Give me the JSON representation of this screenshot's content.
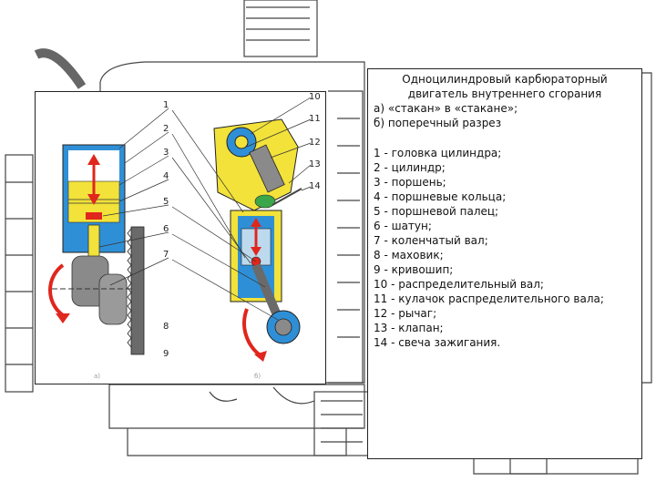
{
  "legend": {
    "title_line1": "Одноцилиндровый карбюраторный",
    "title_line2": "двигатель внутреннего сгорания",
    "caption_a": "а) «стакан» в «стакане»;",
    "caption_b": "б) поперечный разрез",
    "items": [
      "1 - головка цилиндра;",
      "2 - цилиндр;",
      "3 - поршень;",
      "4 - поршневые кольца;",
      "5 - поршневой палец;",
      "6 - шатун;",
      "7 - коленчатый вал;",
      "8 - маховик;",
      "9 - кривошип;",
      "10 - распределительный вал;",
      "11 - кулачок распределительного вала;",
      "12 - рычаг;",
      "13 - клапан;",
      "14 - свеча зажигания."
    ]
  },
  "diagram": {
    "left_numbers": [
      "1",
      "2",
      "3",
      "4",
      "5",
      "6",
      "7",
      "8",
      "9"
    ],
    "right_numbers": [
      "10",
      "11",
      "12",
      "13",
      "14"
    ],
    "sublabel_a": "а)",
    "sublabel_b": "б)"
  },
  "colors": {
    "cylinder_blue": "#2f8fd6",
    "piston_yellow": "#f2e23a",
    "arrow_red": "#e0261d",
    "metal_gray": "#8a8a8a",
    "rod_green": "#3ca64a"
  }
}
